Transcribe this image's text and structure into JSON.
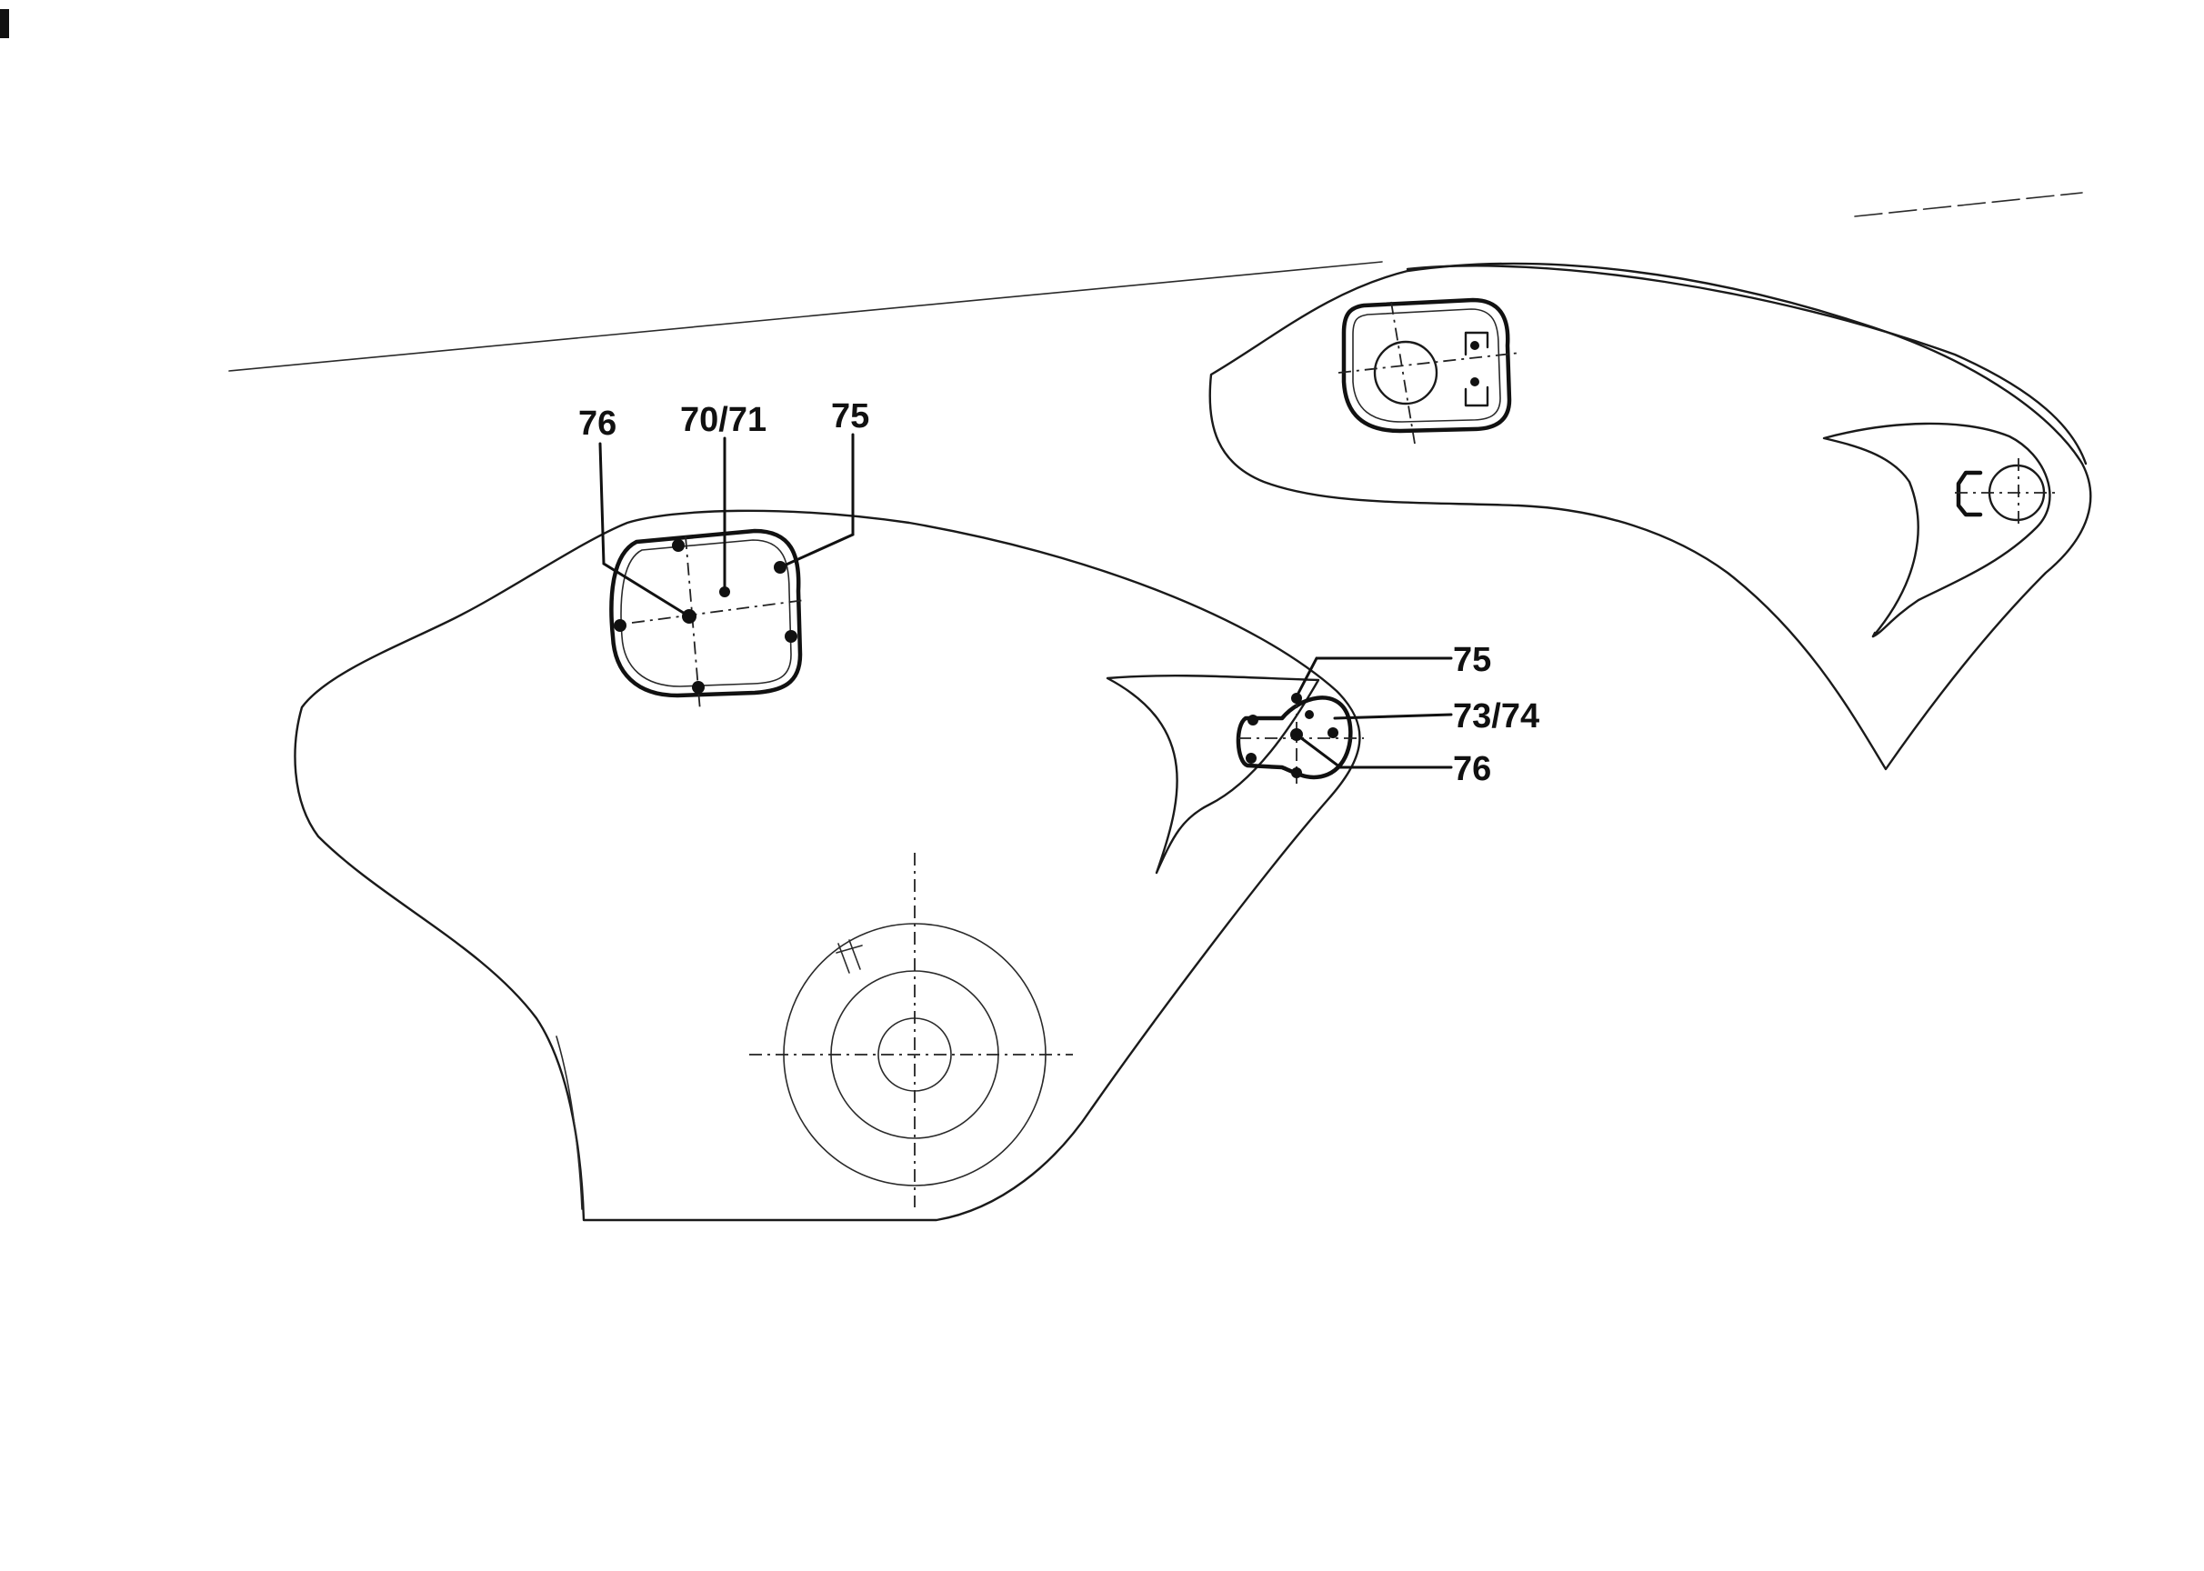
{
  "callouts": {
    "left_a": "76",
    "left_b": "70/71",
    "left_c": "75",
    "right_a": "75",
    "right_b": "73/74",
    "right_c": "76"
  }
}
